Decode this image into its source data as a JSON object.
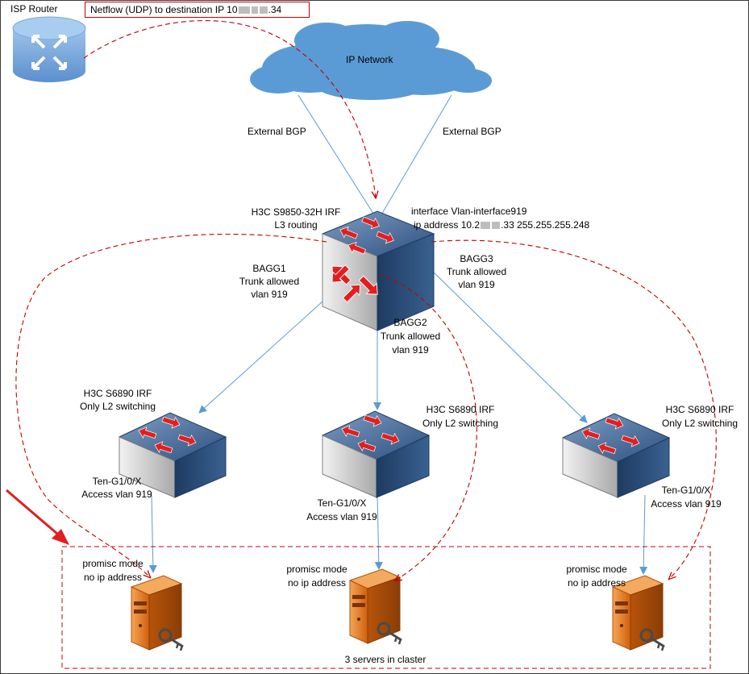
{
  "title": "Netflow (UDP) to destination IP 10",
  "title_suffix": ".34",
  "isp_router": {
    "label": "ISP Router"
  },
  "cloud": {
    "label": "IP Network"
  },
  "links": {
    "bgp_left": "External BGP",
    "bgp_right": "External BGP"
  },
  "core": {
    "name": "H3C S9850-32H IRF",
    "role": "L3 routing",
    "iface_line1": "interface Vlan-interface919",
    "iface_line2_a": "ip address 10.2",
    "iface_line2_b": ".33 255.255.255.248"
  },
  "bagg1": {
    "l1": "BAGG1",
    "l2": "Trunk allowed",
    "l3": "vlan 919"
  },
  "bagg2": {
    "l1": "BAGG2",
    "l2": "Trunk allowed",
    "l3": "vlan 919"
  },
  "bagg3": {
    "l1": "BAGG3",
    "l2": "Trunk allowed",
    "l3": "vlan 919"
  },
  "switch_left": {
    "name": "H3C S6890 IRF",
    "role": "Only L2 switching",
    "port": "Ten-G1/0/X",
    "access": "Access vlan 919"
  },
  "switch_middle": {
    "name": "H3C S6890 IRF",
    "role": "Only L2 switching",
    "port": "Ten-G1/0/X",
    "access": "Access vlan 919"
  },
  "switch_right": {
    "name": "H3C S6890 IRF",
    "role": "Only L2 switching",
    "port": "Ten-G1/0/X",
    "access": "Access vlan 919"
  },
  "server_left": {
    "mode": "promisc mode",
    "ip": "no ip address"
  },
  "server_middle": {
    "mode": "promisc mode",
    "ip": "no ip address"
  },
  "server_right": {
    "mode": "promisc mode",
    "ip": "no ip address"
  },
  "cluster": {
    "label": "3 servers in claster"
  },
  "colors": {
    "link": "#5b9bd5",
    "flow": "#c00000",
    "cloud": "#5b9bd5",
    "server": "#e46c0a",
    "arrow": "#e02020"
  }
}
